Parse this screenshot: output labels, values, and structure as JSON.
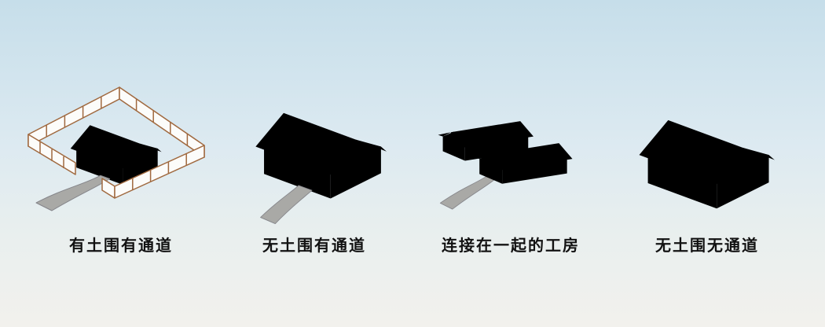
{
  "figures": [
    {
      "id": "with-wall-with-path",
      "label": "有土围有通道"
    },
    {
      "id": "no-wall-with-path",
      "label": "无土围有通道"
    },
    {
      "id": "connected-workshops",
      "label": "连接在一起的工房"
    },
    {
      "id": "no-wall-no-path",
      "label": "无土围无通道"
    }
  ],
  "colors": {
    "bg_top": "#c6deea",
    "bg_mid": "#ddeaf1",
    "bg_bottom": "#f2f1ed",
    "line": "#2b2b2b",
    "fence": "#a0693f",
    "wall_fill": "#fcfcfa",
    "roof_fill": "#e9f1f6",
    "path_fill": "#a9a9a6",
    "path_edge": "#85858a",
    "label": "#121212"
  }
}
